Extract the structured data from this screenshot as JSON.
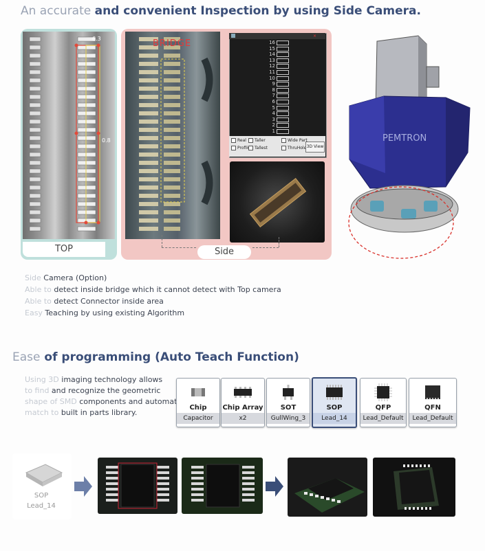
{
  "heading1": {
    "prefix": "An accurate",
    "bold": "and convenient Inspection by using Side Camera."
  },
  "top_panel": {
    "label": "TOP",
    "dim_top": "6.3",
    "dim_right": "0.8"
  },
  "side_panel": {
    "label": "Side",
    "bridge_text": "BRIDGE",
    "window_numbers": [
      "16",
      "15",
      "14",
      "13",
      "12",
      "11",
      "10",
      "9",
      "8",
      "7",
      "6",
      "5",
      "4",
      "3",
      "2",
      "1"
    ],
    "options": {
      "real": "Real",
      "taller": "Taller",
      "wide_part": "Wide Part",
      "profile": "Profile",
      "tallest": "Tallest",
      "thruhole": "ThruHole",
      "view_3d": "3D View"
    }
  },
  "machine": {
    "brand": "PEMTRON"
  },
  "bullets": [
    {
      "fade": "Side",
      "text": " Camera (Option)"
    },
    {
      "fade": "Able to",
      "text": " detect inside bridge which it cannot detect with Top camera"
    },
    {
      "fade": "Able to",
      "text": " detect Connector inside area"
    },
    {
      "fade": "Easy",
      "text": " Teaching by using existing Algorithm"
    }
  ],
  "heading2": {
    "prefix": "Ease",
    "bold_pre": " of ",
    "bold": "programming (Auto Teach Function)"
  },
  "teach_lines": [
    {
      "fade": "Using 3D",
      "text": " imaging technology allows"
    },
    {
      "fade": "to find",
      "text": " and recognize the geometric"
    },
    {
      "fade": "shape of SMD",
      "text": " components and automatically"
    },
    {
      "fade": "match to",
      "text": " built in parts library."
    }
  ],
  "parts": [
    {
      "name": "Chip",
      "sub": "Capacitor"
    },
    {
      "name": "Chip Array",
      "sub": "x2"
    },
    {
      "name": "SOT",
      "sub": "GullWing_3"
    },
    {
      "name": "SOP",
      "sub": "Lead_14"
    },
    {
      "name": "QFP",
      "sub": "Lead_Default"
    },
    {
      "name": "QFN",
      "sub": "Lead_Default"
    }
  ],
  "sop_caption": {
    "name": "SOP",
    "sub": "Lead_14"
  },
  "colors": {
    "accent": "#3a4e78",
    "side_panel": "#f2c7c4",
    "top_panel": "#bfe0dc",
    "machine_blue": "#2c2f8f"
  }
}
